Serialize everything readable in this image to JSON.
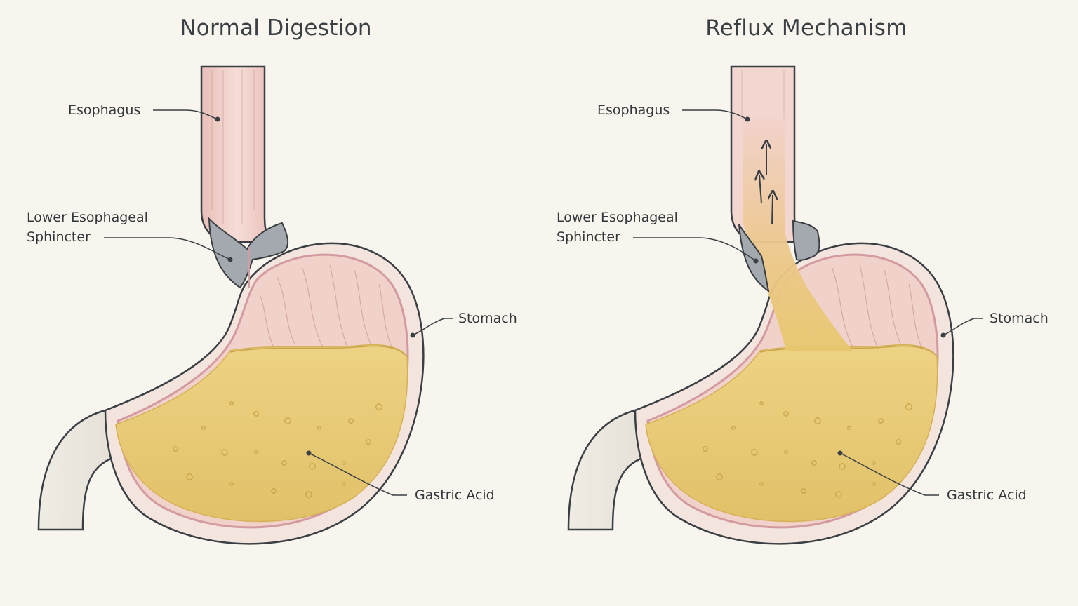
{
  "panels": [
    {
      "title": "Normal Digestion",
      "labels": {
        "esophagus": "Esophagus",
        "sphincter_line1": "Lower Esophageal",
        "sphincter_line2": "Sphincter",
        "stomach": "Stomach",
        "gastric_acid": "Gastric Acid"
      }
    },
    {
      "title": "Reflux Mechanism",
      "labels": {
        "esophagus": "Esophagus",
        "sphincter_line1": "Lower Esophageal",
        "sphincter_line2": "Sphincter",
        "stomach": "Stomach",
        "gastric_acid": "Gastric Acid"
      }
    }
  ],
  "colors": {
    "background": "#f8f5ee",
    "mucosa": "#eec9c3",
    "tissue": "#f5ddd7",
    "acid": "#e6c76b",
    "sphincter": "#9da3a8",
    "outline": "#3a3f44"
  }
}
